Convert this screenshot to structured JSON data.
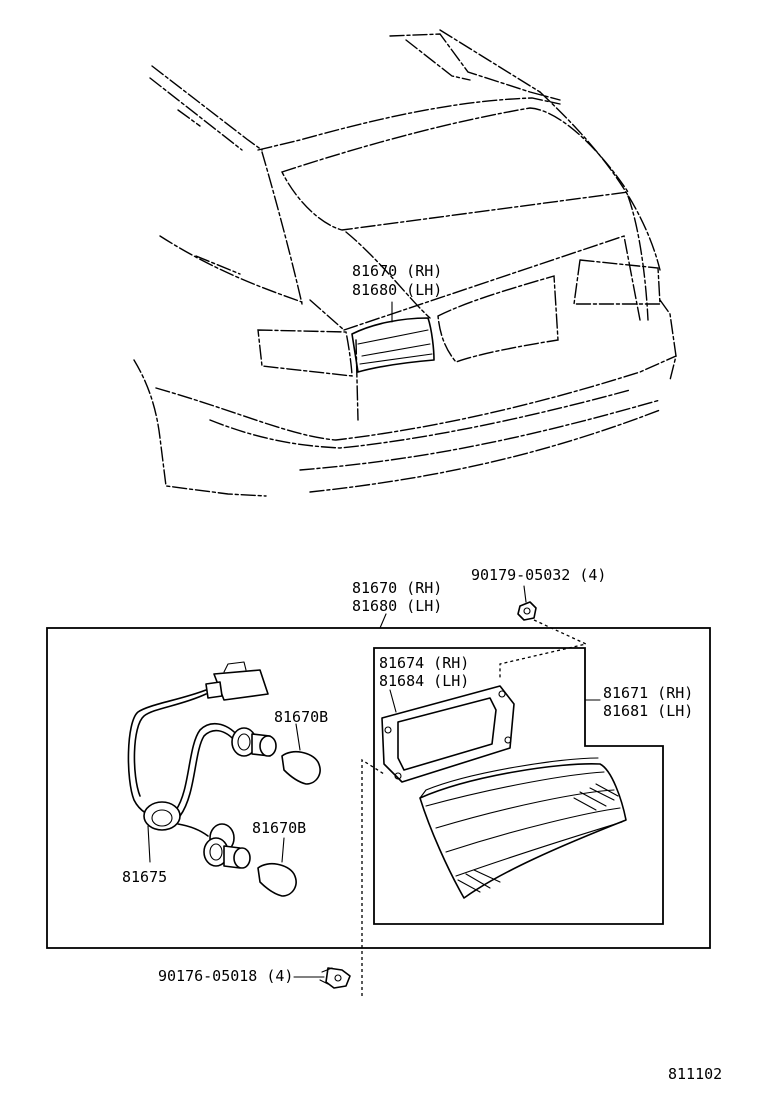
{
  "top_view": {
    "lamp_rh": "81670 (RH)",
    "lamp_lh": "81680 (LH)"
  },
  "assembly": {
    "lamp_rh": "81670 (RH)",
    "lamp_lh": "81680 (LH)",
    "nut_top": "90179-05032 (4)",
    "gasket_rh": "81674 (RH)",
    "gasket_lh": "81684 (LH)",
    "lens_rh": "81671 (RH)",
    "lens_lh": "81681 (LH)",
    "bulb_upper": "81670B",
    "bulb_lower": "81670B",
    "socket_wire": "81675",
    "screw_bottom": "90176-05018 (4)"
  },
  "diagram_number": "811102"
}
